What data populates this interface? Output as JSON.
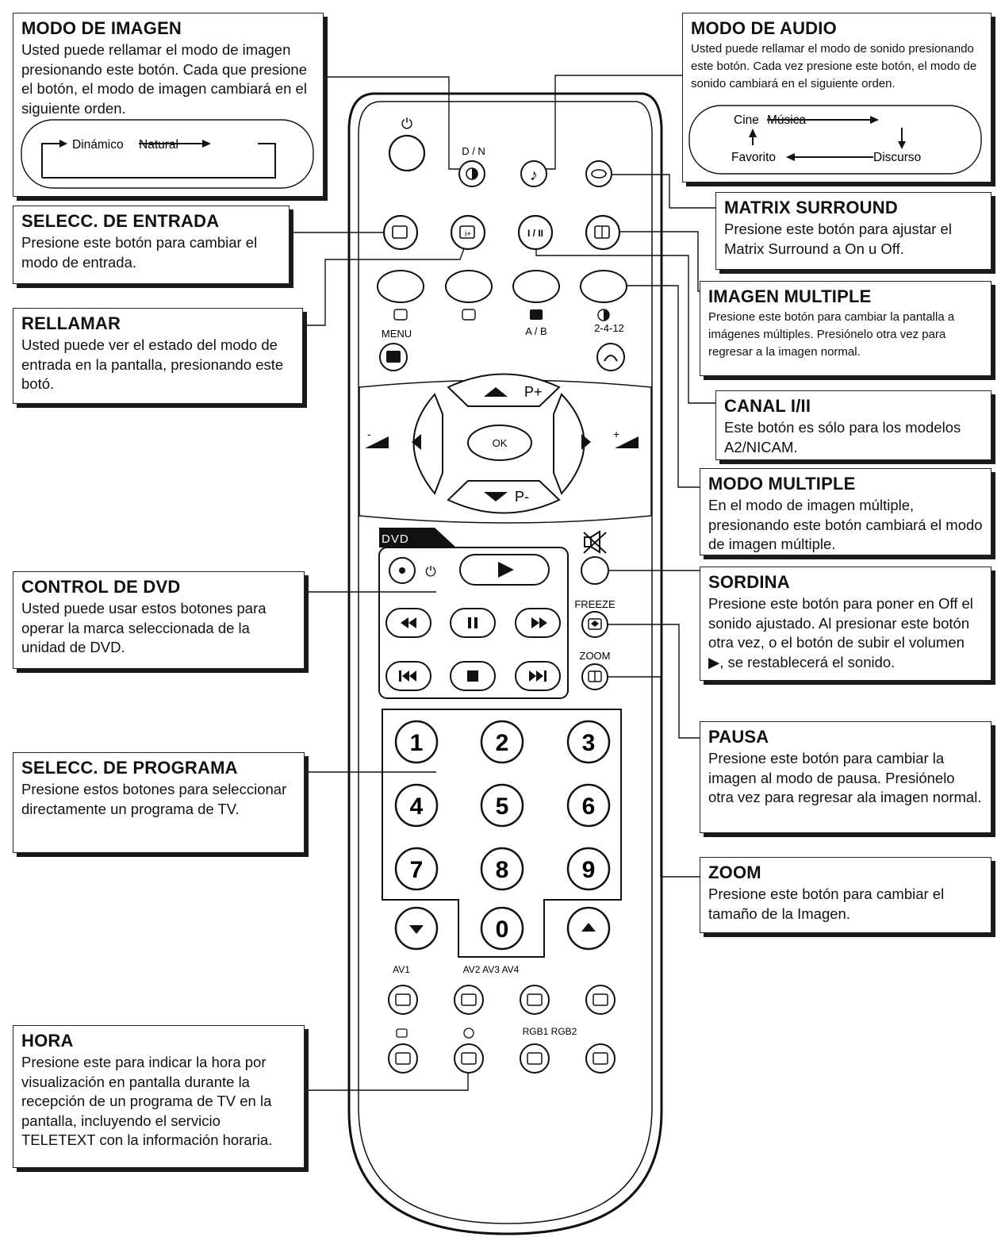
{
  "callouts": {
    "modo_imagen": {
      "title": "MODO DE IMAGEN",
      "text": "Usted puede rellamar el modo de imagen presionando este botón. Cada que presione el botón, el modo de imagen cambiará en el siguiente orden.",
      "seq1": "Dinámico",
      "seq2": "Natural"
    },
    "modo_audio": {
      "title": "MODO DE AUDIO",
      "text": "Usted puede rellamar el modo de sonido presionando este botón. Cada vez presione este botón, el modo de sonido cambiará en el siguiente orden.",
      "cine": "Cine",
      "musica": "Música",
      "favorito": "Favorito",
      "discurso": "Discurso"
    },
    "entrada": {
      "title": "SELECC. DE ENTRADA",
      "text": "Presione este botón para cambiar el modo de entrada."
    },
    "rellamar": {
      "title": "RELLAMAR",
      "text": "Usted puede ver el estado del modo de entrada en la pantalla, presionando este botó."
    },
    "matrix": {
      "title": "MATRIX SURROUND",
      "text": "Presione este botón para ajustar el Matrix Surround a On u Off."
    },
    "imagen_multiple": {
      "title": "IMAGEN MULTIPLE",
      "text": "Presione este botón para cambiar la pantalla a imágenes múltiples. Presiónelo otra vez para regresar a la imagen normal."
    },
    "canal": {
      "title": "CANAL I/II",
      "text": "Este botón es sólo para los modelos A2/NICAM."
    },
    "modo_multiple": {
      "title": "MODO MULTIPLE",
      "text": "En el modo de imagen múltiple, presionando este botón cambiará el modo de imagen múltiple."
    },
    "dvd": {
      "title": "CONTROL DE DVD",
      "text": "Usted puede usar estos botones para operar la marca seleccionada de la unidad de DVD."
    },
    "sordina": {
      "title": "SORDINA",
      "text": "Presione este botón para poner en Off el sonido ajustado. Al presionar este botón otra vez, o el botón de subir el volumen ▶, se restablecerá el sonido."
    },
    "programa": {
      "title": "SELECC. DE PROGRAMA",
      "text": "Presione estos botones para seleccionar directamente un programa de TV."
    },
    "pausa": {
      "title": "PAUSA",
      "text": "Presione este botón para cambiar la imagen al modo de pausa. Presiónelo otra vez para regresar ala imagen normal."
    },
    "zoom": {
      "title": "ZOOM",
      "text": "Presione este botón para cambiar el tamaño de la Imagen."
    },
    "hora": {
      "title": "HORA",
      "text": "Presione este para indicar la hora por visualización en pantalla durante la recepción de un programa de TV en la pantalla, incluyendo el servicio TELETEXT con la información horaria."
    }
  },
  "remote": {
    "dn": "D / N",
    "menu": "MENU",
    "ab": "A / B",
    "mode2412": "2-4-12",
    "pplus": "P+",
    "pminus": "P-",
    "ok": "OK",
    "dvd_tab": "DVD",
    "freeze": "FREEZE",
    "zoom": "ZOOM",
    "vol_minus": "-",
    "vol_plus": "+",
    "digits": [
      "1",
      "2",
      "3",
      "4",
      "5",
      "6",
      "7",
      "8",
      "9",
      "0"
    ],
    "av1": "AV1",
    "av234": "AV2 AV3 AV4",
    "rgb": "RGB1 RGB2",
    "canal_btn": "I / II"
  }
}
